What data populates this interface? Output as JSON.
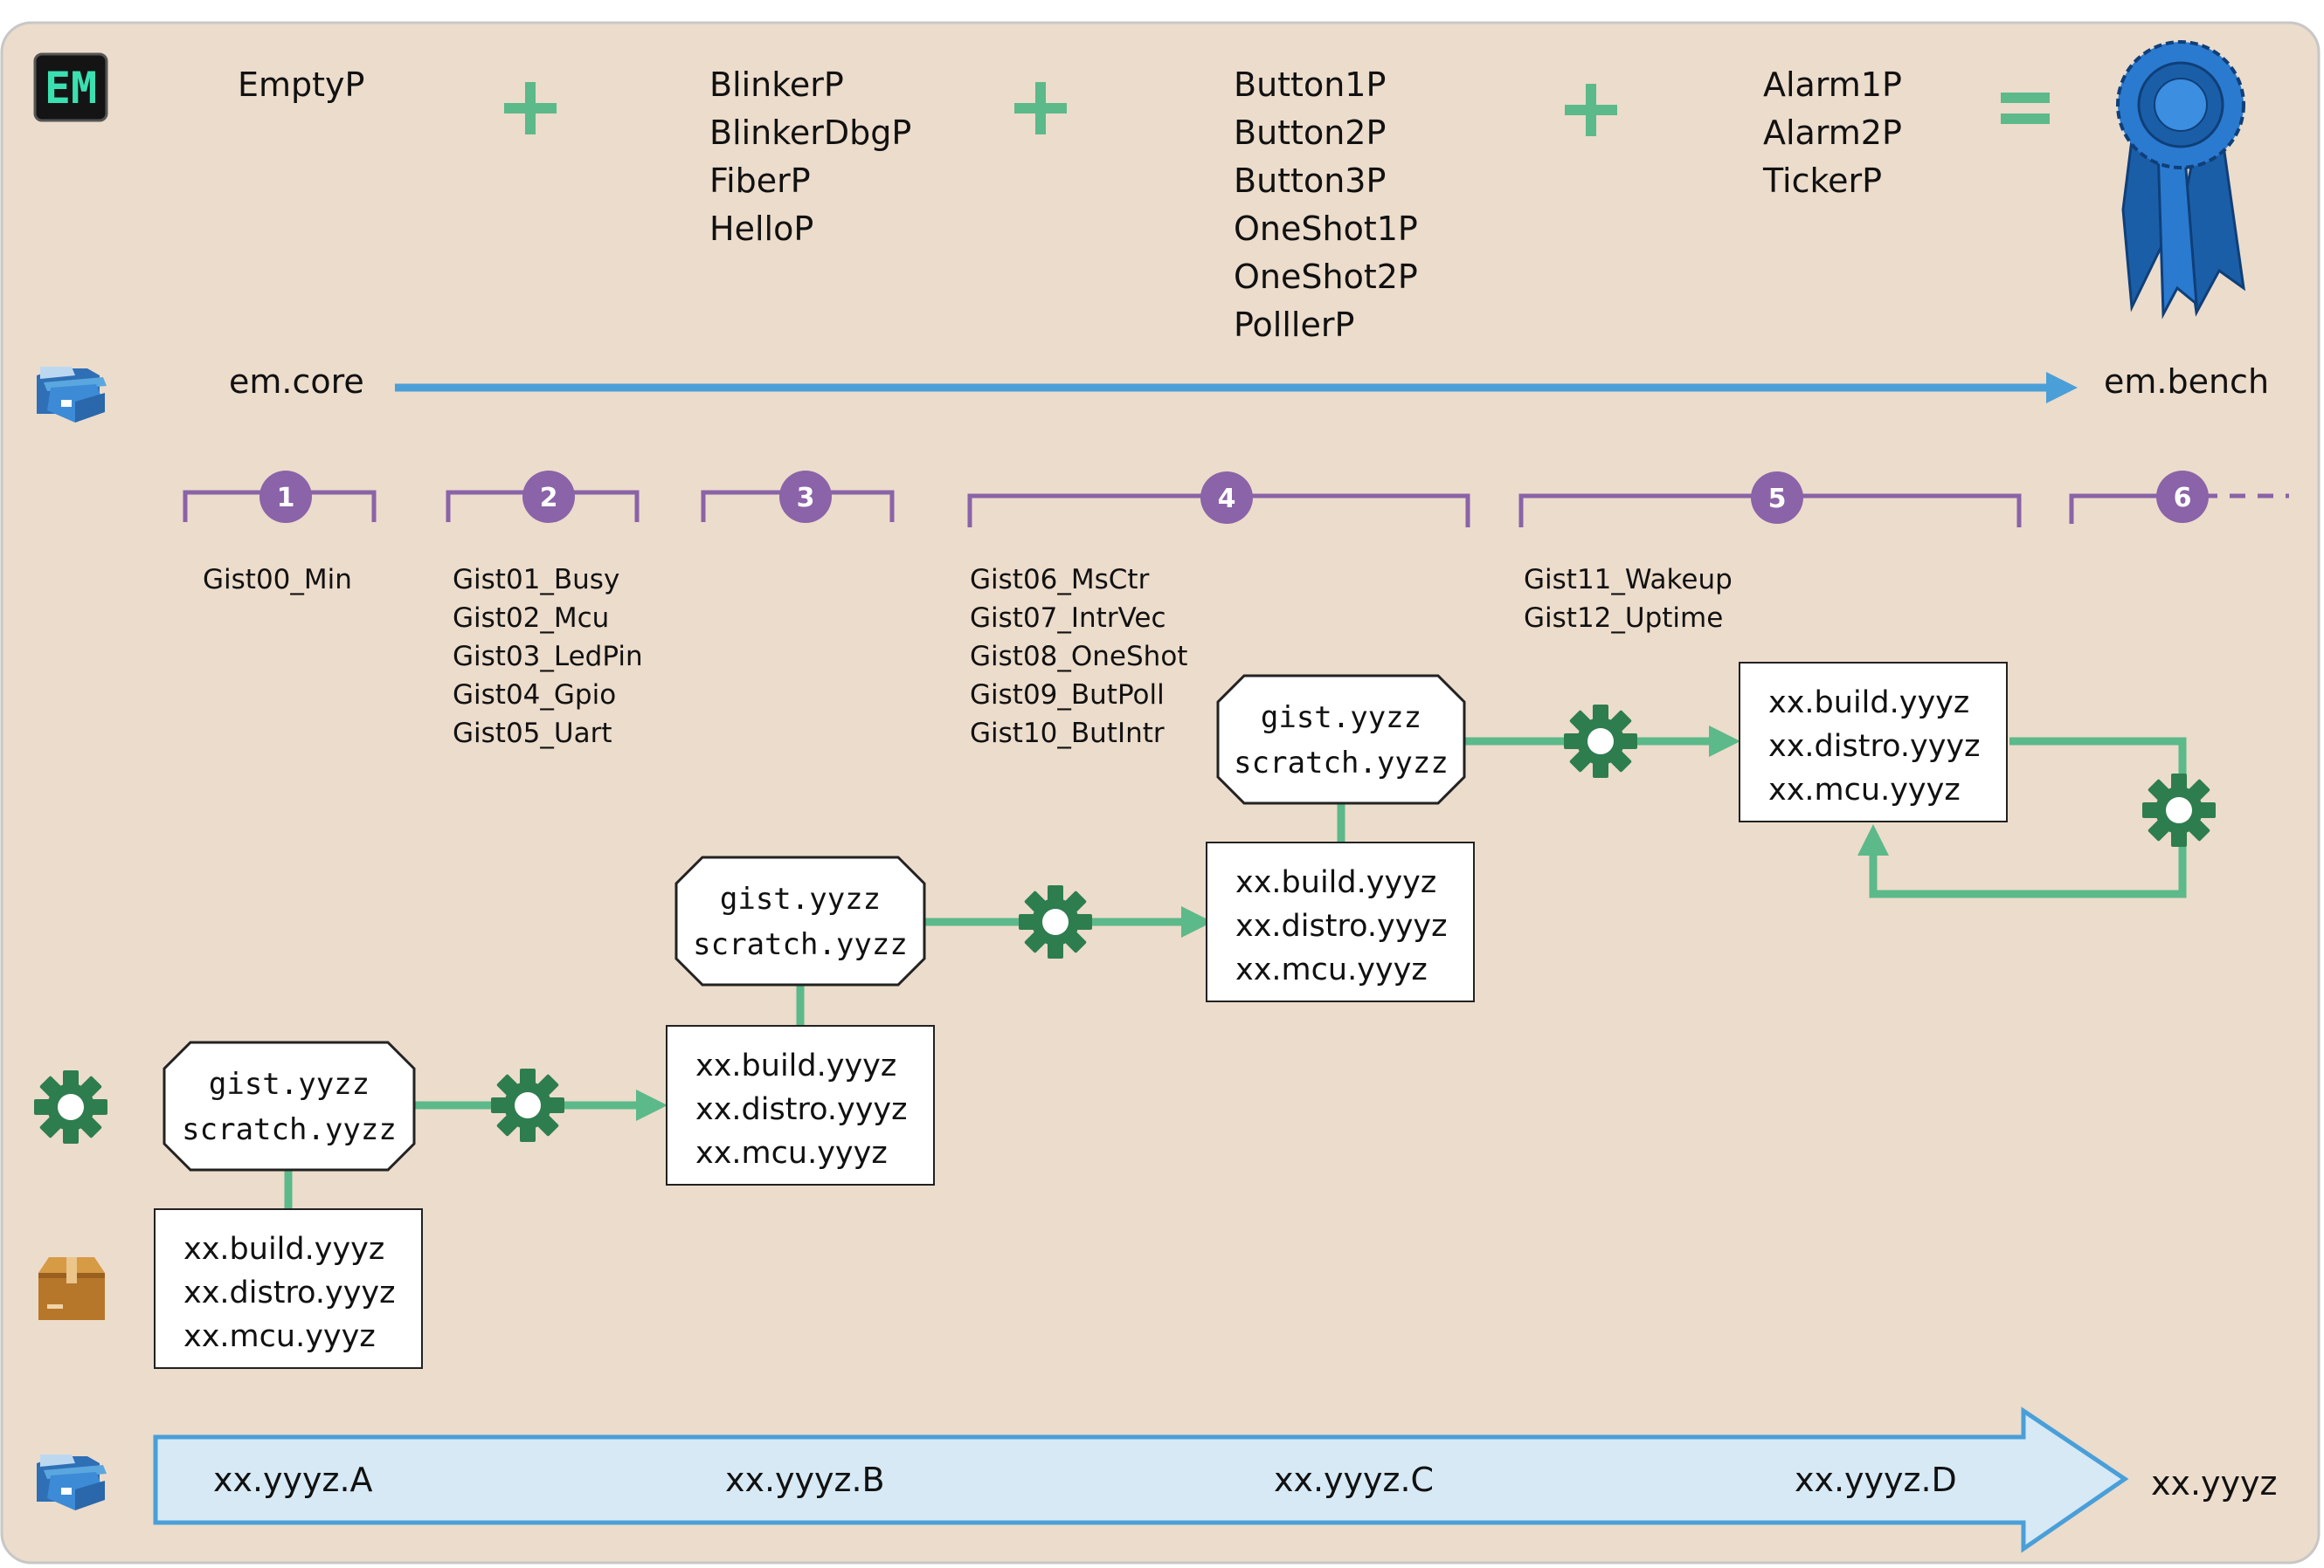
{
  "packages": {
    "group1": [
      "EmptyP"
    ],
    "group2": [
      "BlinkerP",
      "BlinkerDbgP",
      "FiberP",
      "HelloP"
    ],
    "group3": [
      "Button1P",
      "Button2P",
      "Button3P",
      "OneShot1P",
      "OneShot2P",
      "PolllerP"
    ],
    "group4": [
      "Alarm1P",
      "Alarm2P",
      "TickerP"
    ],
    "plus_symbol": "+",
    "equals_symbol": "="
  },
  "repos": {
    "start": "em.core",
    "end": "em.bench"
  },
  "steps": [
    {
      "number": "1",
      "gists": [
        "Gist00_Min"
      ]
    },
    {
      "number": "2",
      "gists": [
        "Gist01_Busy",
        "Gist02_Mcu",
        "Gist03_LedPin",
        "Gist04_Gpio",
        "Gist05_Uart"
      ]
    },
    {
      "number": "3",
      "gists": []
    },
    {
      "number": "4",
      "gists": [
        "Gist06_MsCtr",
        "Gist07_IntrVec",
        "Gist08_OneShot",
        "Gist09_ButPoll",
        "Gist10_ButIntr"
      ]
    },
    {
      "number": "5",
      "gists": [
        "Gist11_Wakeup",
        "Gist12_Uptime"
      ]
    },
    {
      "number": "6",
      "gists": []
    }
  ],
  "source_box": [
    "gist.yyzz",
    "scratch.yyzz"
  ],
  "output_box": [
    "xx.build.yyyz",
    "xx.distro.yyyz",
    "xx.mcu.yyyz"
  ],
  "versions": [
    "xx.yyyz.A",
    "xx.yyyz.B",
    "xx.yyyz.C",
    "xx.yyyz.D"
  ],
  "final_version": "xx.yyyz",
  "logo_text": "EM",
  "icons": {
    "logo": "em-logo-icon",
    "repo": "folder-repo-icon",
    "build": "gear-icon",
    "package": "package-box-icon",
    "award": "ribbon-award-icon"
  },
  "colors": {
    "background": "#ecdccb",
    "purple": "#8a63a8",
    "green": "#5cb98a",
    "gear": "#2e7d4f",
    "blue_arrow": "#4a9fd8",
    "band_fill": "#d6e9f5",
    "band_stroke": "#4a9fd8"
  }
}
